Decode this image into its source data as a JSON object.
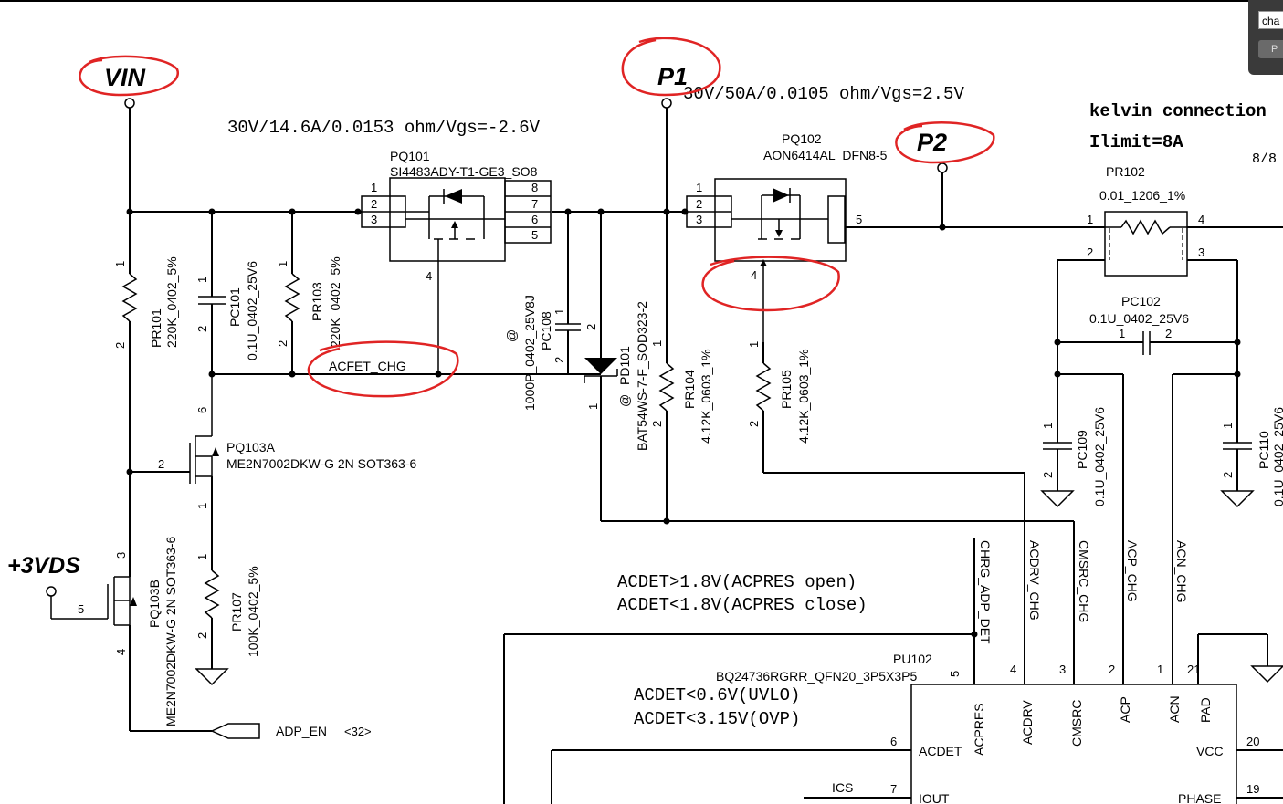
{
  "nets": {
    "vin": "VIN",
    "p1": "P1",
    "p2": "P2",
    "vds": "+3VDS",
    "acfet": "ACFET_CHG",
    "adp_en": "ADP_EN",
    "adp_en_ref": "<32>",
    "chrg_adp_det": "CHRG_ADP_DET",
    "acdrv": "ACDRV_CHG",
    "cmsrc": "CMSRC_CHG",
    "acp": "ACP_CHG",
    "acn": "ACN_CHG",
    "ics": "ICS"
  },
  "notes": {
    "q1_spec": "30V/14.6A/0.0153 ohm/Vgs=-2.6V",
    "q2_spec": "30V/50A/0.0105 ohm/Vgs=2.5V",
    "kelvin": "kelvin connection",
    "ilimit": "Ilimit=8A",
    "page_frag": "8/8",
    "acdet_open": "ACDET>1.8V(ACPRES open)",
    "acdet_close": "ACDET<1.8V(ACPRES close)",
    "uvlo": "ACDET<0.6V(UVLO)",
    "ovp": "ACDET<3.15V(OVP)"
  },
  "components": {
    "pq101": {
      "ref": "PQ101",
      "part": "SI4483ADY-T1-GE3_SO8"
    },
    "pq102": {
      "ref": "PQ102",
      "part": "AON6414AL_DFN8-5"
    },
    "pq103a": {
      "ref": "PQ103A",
      "part": "ME2N7002DKW-G 2N SOT363-6"
    },
    "pq103b": {
      "ref": "PQ103B",
      "part": "ME2N7002DKW-G 2N SOT363-6"
    },
    "pr101": {
      "ref": "PR101",
      "value": "220K_0402_5%"
    },
    "pc101": {
      "ref": "PC101",
      "value": "0.1U_0402_25V6"
    },
    "pr103": {
      "ref": "PR103",
      "value": "220K_0402_5%"
    },
    "pc108": {
      "ref": "PC108",
      "value": "1000P_0402_25V8J",
      "option": "@"
    },
    "pd101": {
      "ref": "PD101",
      "value": "BAT54WS-7-F_SOD323-2",
      "option": "@"
    },
    "pr104": {
      "ref": "PR104",
      "value": "4.12K_0603_1%"
    },
    "pr105": {
      "ref": "PR105",
      "value": "4.12K_0603_1%"
    },
    "pr107": {
      "ref": "PR107",
      "value": "100K_0402_5%"
    },
    "pr102": {
      "ref": "PR102",
      "value": "0.01_1206_1%"
    },
    "pc102": {
      "ref": "PC102",
      "value": "0.1U_0402_25V6"
    },
    "pc109": {
      "ref": "PC109",
      "value": "0.1U_0402_25V6"
    },
    "pc110": {
      "ref": "PC110",
      "value": "0.1U_0402_25V6"
    },
    "pu102": {
      "ref": "PU102",
      "part": "BQ24736RGRR_QFN20_3P5X3P5"
    }
  },
  "ic_pins": {
    "acpres": "ACPRES",
    "acdrv": "ACDRV",
    "cmsrc": "CMSRC",
    "acp": "ACP",
    "acn": "ACN",
    "pad": "PAD",
    "acdet": "ACDET",
    "vcc": "VCC",
    "iout": "IOUT",
    "phase": "PHASE"
  },
  "search": {
    "value": "cha"
  }
}
